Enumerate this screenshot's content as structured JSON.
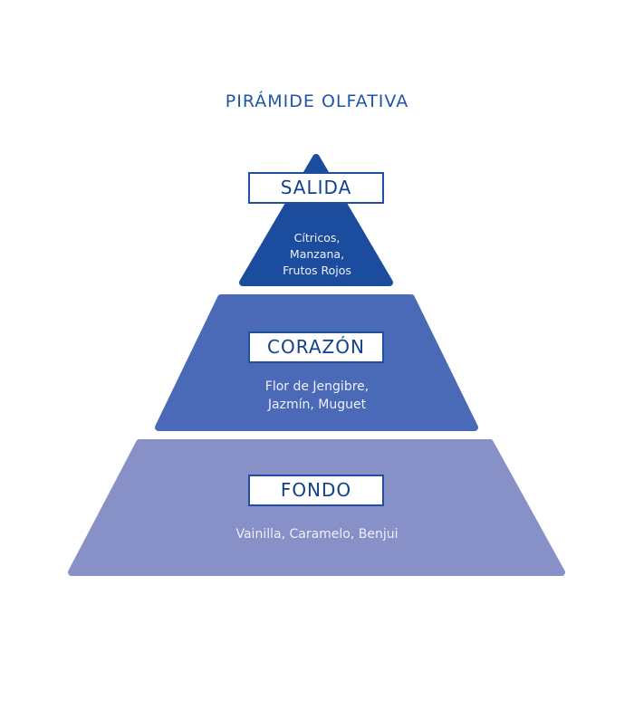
{
  "title": "PIRÁMIDE OLFATIVA",
  "colors": {
    "title": "#2056a8",
    "top": "#1b4c9e",
    "middle": "#4a69b6",
    "base": "#8790c7"
  },
  "levels": [
    {
      "label": "SALIDA",
      "notes": [
        "Cítricos,",
        "Manzana,",
        "Frutos Rojos"
      ]
    },
    {
      "label": "CORAZÓN",
      "notes": [
        "Flor de Jengibre,",
        "Jazmín, Muguet"
      ]
    },
    {
      "label": "FONDO",
      "notes": [
        "Vainilla, Caramelo, Benjui"
      ]
    }
  ]
}
